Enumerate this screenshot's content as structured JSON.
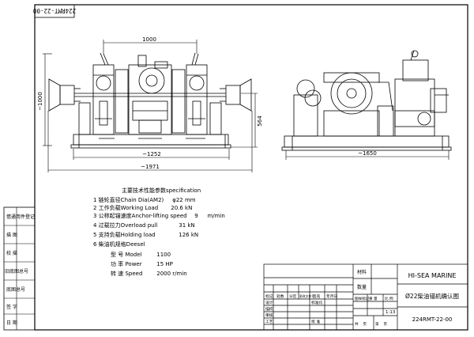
{
  "drawing_number_rotated": "224RMT-22-00",
  "dimensions": {
    "top_width": "1000",
    "height_left": "~1000",
    "height_right": "564",
    "width_inner": "~1252",
    "width_outer": "~1971",
    "width_side": "~1650"
  },
  "spec": {
    "title": "主要技术性能参数specification",
    "rows": [
      {
        "label": "1 链轮直径Chain Dia(AM2)",
        "value": "φ22 mm"
      },
      {
        "label": "2 工作负载Working Load",
        "value": "20.6 kN"
      },
      {
        "label": "3 公称起锚速度Anchor-lifting speed",
        "value": "9",
        "unit": "m/min"
      },
      {
        "label": "4 过载拉力Overload pull",
        "value": "31 kN"
      },
      {
        "label": "5 支持负载Holding load",
        "value": "126 kN"
      },
      {
        "label": "6 柴油机规格Deesel",
        "value": ""
      },
      {
        "label": "型 号 Model",
        "value": "1100"
      },
      {
        "label": "功 率 Power",
        "value": "15 HP"
      },
      {
        "label": "转 速 Speed",
        "value": "2000 r/min"
      }
    ]
  },
  "left_column_labels": [
    "借通用件登记",
    "描 图",
    "校 描",
    "旧底图总号",
    "底图总号",
    "签 字",
    "日 期"
  ],
  "title_block": {
    "company": "HI-SEA MARINE",
    "title": "Ø22柴油锚机确认图",
    "drawing_no": "224RMT-22-00",
    "material_label": "材料",
    "qty_label": "数量",
    "mark_label": "图样标记",
    "weight_label": "重 量",
    "scale_label": "比 例",
    "scale": "1:13",
    "sheets": "共    页",
    "sheet_no": "第    页",
    "rev_cols": [
      "标记",
      "处数",
      "分区",
      "更改文件号",
      "签名",
      "年月日"
    ],
    "role_rows": [
      "设计",
      "描校",
      "审核",
      "工艺"
    ],
    "role_cols": [
      "标准化",
      "批准"
    ],
    "std": "标准化",
    "approve": "批 准"
  }
}
